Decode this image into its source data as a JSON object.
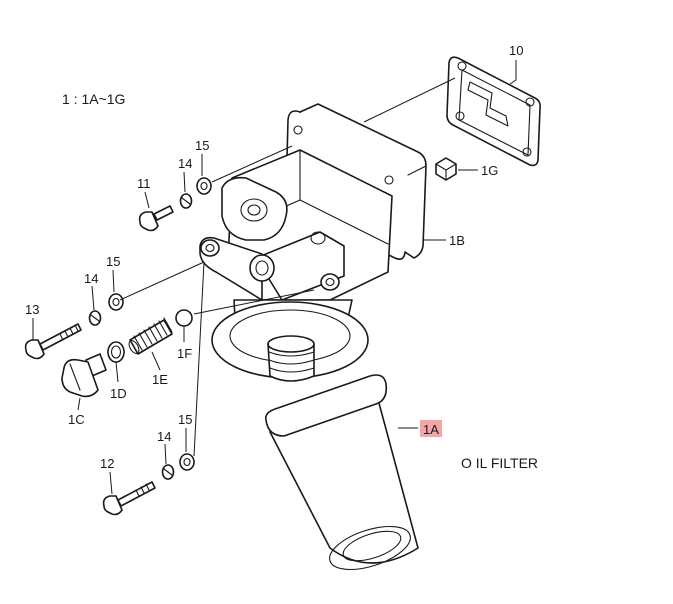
{
  "header": {
    "range_text": "1 : 1A~1G"
  },
  "caption": {
    "text": "O IL FILTER"
  },
  "highlight_color": "#f4a6a6",
  "callouts": {
    "c10": "10",
    "c1G": "1G",
    "c1B": "1B",
    "c15a": "15",
    "c14a": "14",
    "c11": "11",
    "c15b": "15",
    "c14b": "14",
    "c13": "13",
    "c1F": "1F",
    "c1E": "1E",
    "c1D": "1D",
    "c1C": "1C",
    "c1A": "1A",
    "c15c": "15",
    "c14c": "14",
    "c12": "12"
  }
}
